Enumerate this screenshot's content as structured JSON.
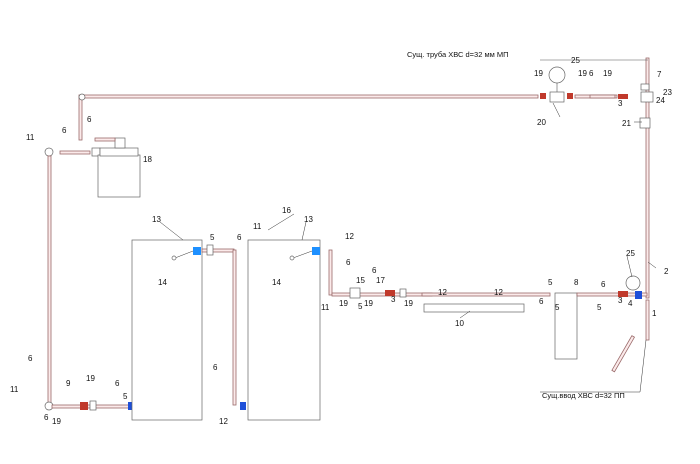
{
  "notes": {
    "top_right": "Сущ. труба ХВС d=32 мм МП",
    "bottom_right": "Сущ.ввод ХВС d=32 ПП"
  },
  "labels": [
    {
      "id": "l1",
      "text": "1"
    },
    {
      "id": "l2",
      "text": "2"
    },
    {
      "id": "l3a",
      "text": "3"
    },
    {
      "id": "l3b",
      "text": "3"
    },
    {
      "id": "l3c",
      "text": "3"
    },
    {
      "id": "l4",
      "text": "4"
    },
    {
      "id": "l5a",
      "text": "5"
    },
    {
      "id": "l5b",
      "text": "5"
    },
    {
      "id": "l5c",
      "text": "5"
    },
    {
      "id": "l5d",
      "text": "5"
    },
    {
      "id": "l5e",
      "text": "5"
    },
    {
      "id": "l5f",
      "text": "5"
    },
    {
      "id": "l6a",
      "text": "6"
    },
    {
      "id": "l6b",
      "text": "6"
    },
    {
      "id": "l6c",
      "text": "6"
    },
    {
      "id": "l6d",
      "text": "6"
    },
    {
      "id": "l6e",
      "text": "6"
    },
    {
      "id": "l6f",
      "text": "6"
    },
    {
      "id": "l6g",
      "text": "6"
    },
    {
      "id": "l6h",
      "text": "6"
    },
    {
      "id": "l6i",
      "text": "6"
    },
    {
      "id": "l6j",
      "text": "6"
    },
    {
      "id": "l6k",
      "text": "6"
    },
    {
      "id": "l6l",
      "text": "6"
    },
    {
      "id": "l7",
      "text": "7"
    },
    {
      "id": "l8",
      "text": "8"
    },
    {
      "id": "l9",
      "text": "9"
    },
    {
      "id": "l10",
      "text": "10"
    },
    {
      "id": "l11a",
      "text": "11"
    },
    {
      "id": "l11b",
      "text": "11"
    },
    {
      "id": "l11c",
      "text": "11"
    },
    {
      "id": "l11d",
      "text": "11"
    },
    {
      "id": "l12a",
      "text": "12"
    },
    {
      "id": "l12b",
      "text": "12"
    },
    {
      "id": "l12c",
      "text": "12"
    },
    {
      "id": "l12d",
      "text": "12"
    },
    {
      "id": "l13a",
      "text": "13"
    },
    {
      "id": "l13b",
      "text": "13"
    },
    {
      "id": "l14a",
      "text": "14"
    },
    {
      "id": "l14b",
      "text": "14"
    },
    {
      "id": "l15",
      "text": "15"
    },
    {
      "id": "l16",
      "text": "16"
    },
    {
      "id": "l17",
      "text": "17"
    },
    {
      "id": "l18",
      "text": "18"
    },
    {
      "id": "l19a",
      "text": "19"
    },
    {
      "id": "l19b",
      "text": "19"
    },
    {
      "id": "l19c",
      "text": "19"
    },
    {
      "id": "l19d",
      "text": "19"
    },
    {
      "id": "l19e",
      "text": "19"
    },
    {
      "id": "l19f",
      "text": "19"
    },
    {
      "id": "l19g",
      "text": "19"
    },
    {
      "id": "l19h",
      "text": "19"
    },
    {
      "id": "l20",
      "text": "20"
    },
    {
      "id": "l21",
      "text": "21"
    },
    {
      "id": "l23",
      "text": "23"
    },
    {
      "id": "l24",
      "text": "24"
    },
    {
      "id": "l25a",
      "text": "25"
    },
    {
      "id": "l25b",
      "text": "25"
    }
  ]
}
